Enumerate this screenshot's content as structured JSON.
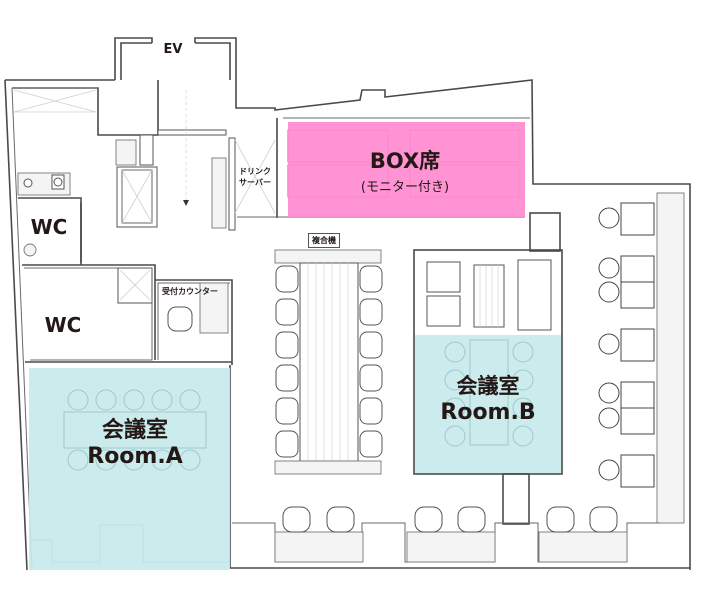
{
  "floor_plan": {
    "colors": {
      "box_seat_zone": "#ff8ad0",
      "meeting_room_zone": "#c7e9ec",
      "wall": "#4a4a4a",
      "label_text": "#231815"
    },
    "labels": {
      "elevator": "EV",
      "drink_server_line1": "ドリンク",
      "drink_server_line2": "サーバー",
      "box_seat_title": "BOX席",
      "box_seat_subtitle": "(モニター付き)",
      "wc_upper": "WC",
      "wc_lower": "WC",
      "reception_counter": "受付カウンター",
      "copier": "複合機",
      "room_a_title": "会議室",
      "room_a_name": "Room.A",
      "room_b_title": "会議室",
      "room_b_name": "Room.B"
    }
  }
}
